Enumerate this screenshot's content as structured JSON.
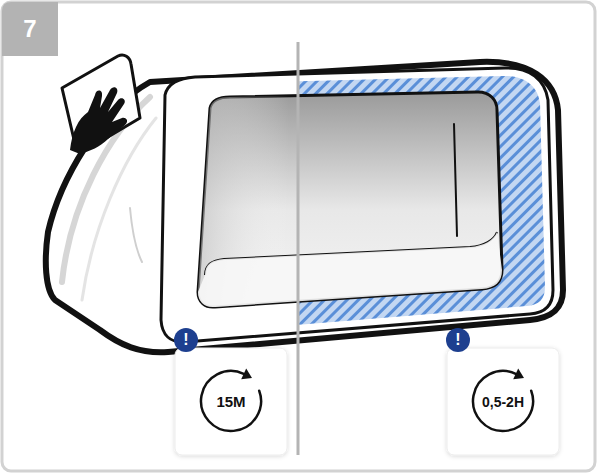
{
  "diagram": {
    "nodes": [
      {
        "text": [
          "7"
        ]
      },
      {
        "text": [
          "!"
        ]
      },
      {
        "text": [
          "15M"
        ]
      },
      {
        "text": [
          "!"
        ]
      },
      {
        "text": [
          "0,5-2H"
        ]
      }
    ]
  }
}
